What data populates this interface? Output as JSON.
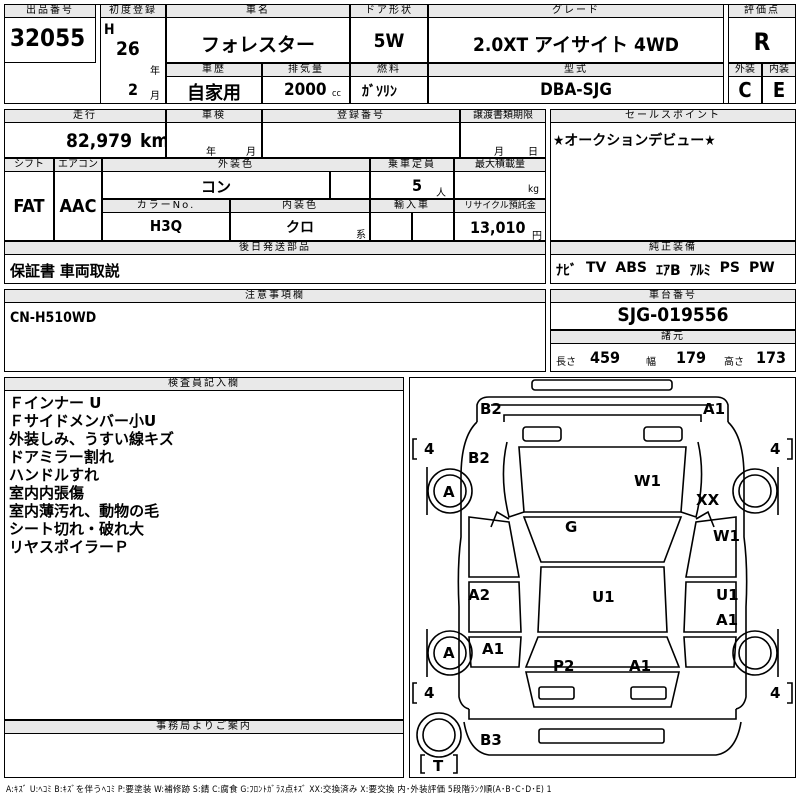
{
  "row1": {
    "lot_label": "出品番号",
    "lot": "32055",
    "first_reg_label": "初度登録",
    "era": "H",
    "year": "26",
    "year_unit": "年",
    "month": "2",
    "month_unit": "月",
    "car_name_label": "車名",
    "car_name": "フォレスター",
    "door_label": "ドア形状",
    "door": "5W",
    "grade_label": "グレード",
    "grade": "2.0XT アイサイト 4WD",
    "score_label": "評価点",
    "score": "R",
    "history_label": "車歴",
    "history": "自家用",
    "displacement_label": "排気量",
    "displacement": "2000",
    "displacement_unit": "cc",
    "fuel_label": "燃料",
    "fuel": "ｶﾞｿﾘﾝ",
    "model_label": "型式",
    "model": "DBA-SJG",
    "ext_label": "外装",
    "ext": "C",
    "int_label": "内装",
    "int": "E"
  },
  "row2": {
    "mileage_label": "走行",
    "mileage": "82,979",
    "mileage_unit": "km",
    "inspection_label": "車検",
    "year_unit": "年",
    "month_unit": "月",
    "reg_no_label": "登録番号",
    "transfer_label": "譲渡書類期限",
    "day_unit": "日",
    "sales_label": "セールスポイント",
    "sales": "★オークションデビュー★",
    "shift_label": "シフト",
    "shift": "FAT",
    "ac_label": "エアコン",
    "ac": "AAC",
    "ext_color_label": "外装色",
    "ext_color": "コン",
    "capacity_label": "乗車定員",
    "capacity": "5",
    "capacity_unit": "人",
    "load_label": "最大積載量",
    "load_unit": "kg",
    "color_no_label": "カラーNo.",
    "color_no": "H3Q",
    "int_color_label": "内装色",
    "int_color": "クロ",
    "int_color_unit": "系",
    "import_label": "輸入車",
    "recycle_label": "リサイクル預託金",
    "recycle": "13,010",
    "recycle_unit": "円"
  },
  "parts": {
    "label": "後日発送部品",
    "value": "保証書 車両取説"
  },
  "options": {
    "label": "純正装備",
    "items": [
      "ﾅﾋﾞ",
      "TV",
      "ABS",
      "ｴｱB",
      "ｱﾙﾐ",
      "PS",
      "PW"
    ]
  },
  "caution": {
    "label": "注意事項欄",
    "value": "CN-H510WD"
  },
  "chassis": {
    "label": "車台番号",
    "value": "SJG-019556",
    "spec_label": "諸元",
    "length_label": "長さ",
    "length": "459",
    "width_label": "幅",
    "width": "179",
    "height_label": "高さ",
    "height": "173"
  },
  "inspector": {
    "label": "検査員記入欄",
    "notes": [
      "Ｆインナー U",
      "Ｆサイドメンバー小U",
      "外装しみ、うすい線キズ",
      "ドアミラー割れ",
      "ハンドルすれ",
      "室内内張傷",
      "室内薄汚れ、動物の毛",
      "シート切れ・破れ大",
      "リヤスポイラーＰ"
    ]
  },
  "office": {
    "label": "事務局よりご案内"
  },
  "diagram": {
    "marks": {
      "b2_top": "B2",
      "a1_top": "A1",
      "b2_left": "B2",
      "w1_hood": "W1",
      "a_fl": "A",
      "xx": "XX",
      "g": "G",
      "w1_right": "W1",
      "a2": "A2",
      "u1_roof": "U1",
      "u1_right": "U1",
      "a1_right": "A1",
      "a_rl": "A",
      "a1_left": "A1",
      "p2": "P2",
      "a1_rear": "A1",
      "b3": "B3",
      "tire_fl": "4",
      "tire_fr": "4",
      "tire_rl": "4",
      "tire_rr": "4",
      "spare": "T"
    }
  },
  "legend": "A:ｷｽﾞ U:ﾍｺﾐ B:ｷｽﾞを伴うﾍｺﾐ P:要塗装 W:補修跡 S:錆 C:腐食 G:ﾌﾛﾝﾄｶﾞﾗｽ点ｷｽﾞ XX:交換済み X:要交換 内･外装評価 5段階ﾗﾝｸ順(A･B･C･D･E) 1"
}
